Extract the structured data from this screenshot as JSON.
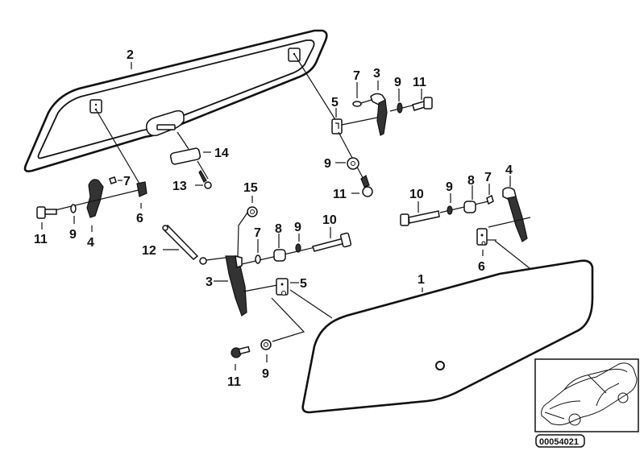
{
  "diagram": {
    "title": "Rear window / hatch glass with hinges — parts diagram",
    "reference_number": "00054021",
    "inset": "vehicle-overview-icon",
    "parts": [
      {
        "id": "1",
        "name": "rear-glass-lower"
      },
      {
        "id": "2",
        "name": "rear-glass-upper-frame"
      },
      {
        "id": "3",
        "name": "hinge-upper-right"
      },
      {
        "id": "4",
        "name": "hinge-lower-left"
      },
      {
        "id": "5",
        "name": "bracket"
      },
      {
        "id": "6",
        "name": "bracket-block"
      },
      {
        "id": "7",
        "name": "shim"
      },
      {
        "id": "8",
        "name": "spacer-sleeve"
      },
      {
        "id": "9",
        "name": "washer"
      },
      {
        "id": "10",
        "name": "hex-bolt-long"
      },
      {
        "id": "11",
        "name": "hex-bolt"
      },
      {
        "id": "12",
        "name": "gas-strut"
      },
      {
        "id": "13",
        "name": "screw"
      },
      {
        "id": "14",
        "name": "cover-cap"
      },
      {
        "id": "15",
        "name": "nut"
      }
    ],
    "labels": {
      "l2": "2",
      "l14": "14",
      "l13": "13",
      "l15": "15",
      "l7a": "7",
      "l6a": "6",
      "l11a": "11",
      "l9a": "9",
      "l4a": "4",
      "l12": "12",
      "l7b": "7",
      "l8b": "8",
      "l9b": "9",
      "l10b": "10",
      "l3b": "3",
      "l5b": "5",
      "l11b": "11",
      "l9c": "9",
      "l7c": "7",
      "l3c": "3",
      "l9d": "9",
      "l11d": "11",
      "l5c": "5",
      "l9e": "9",
      "l11e": "11",
      "l10f": "10",
      "l9f": "9",
      "l8f": "8",
      "l7f": "7",
      "l4f": "4",
      "l6f": "6",
      "l1": "1"
    }
  }
}
